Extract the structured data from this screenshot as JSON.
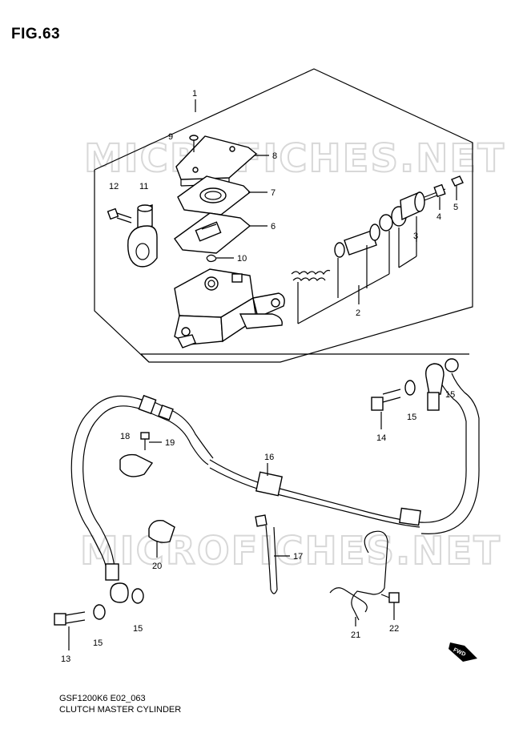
{
  "figure": {
    "title": "FIG.63"
  },
  "watermark": {
    "text": "MICROFICHES.NET"
  },
  "footer": {
    "code": "GSF1200K6 E02_063",
    "caption": "CLUTCH MASTER CYLINDER"
  },
  "fwd_badge": "FWD",
  "callouts": [
    "1",
    "2",
    "3",
    "4",
    "5",
    "6",
    "7",
    "8",
    "9",
    "10",
    "11",
    "12",
    "13",
    "14",
    "15",
    "15",
    "15",
    "15",
    "16",
    "17",
    "18",
    "19",
    "20",
    "21",
    "22"
  ],
  "colors": {
    "line": "#000000",
    "watermark": "#d8d8d8",
    "background": "#ffffff"
  }
}
